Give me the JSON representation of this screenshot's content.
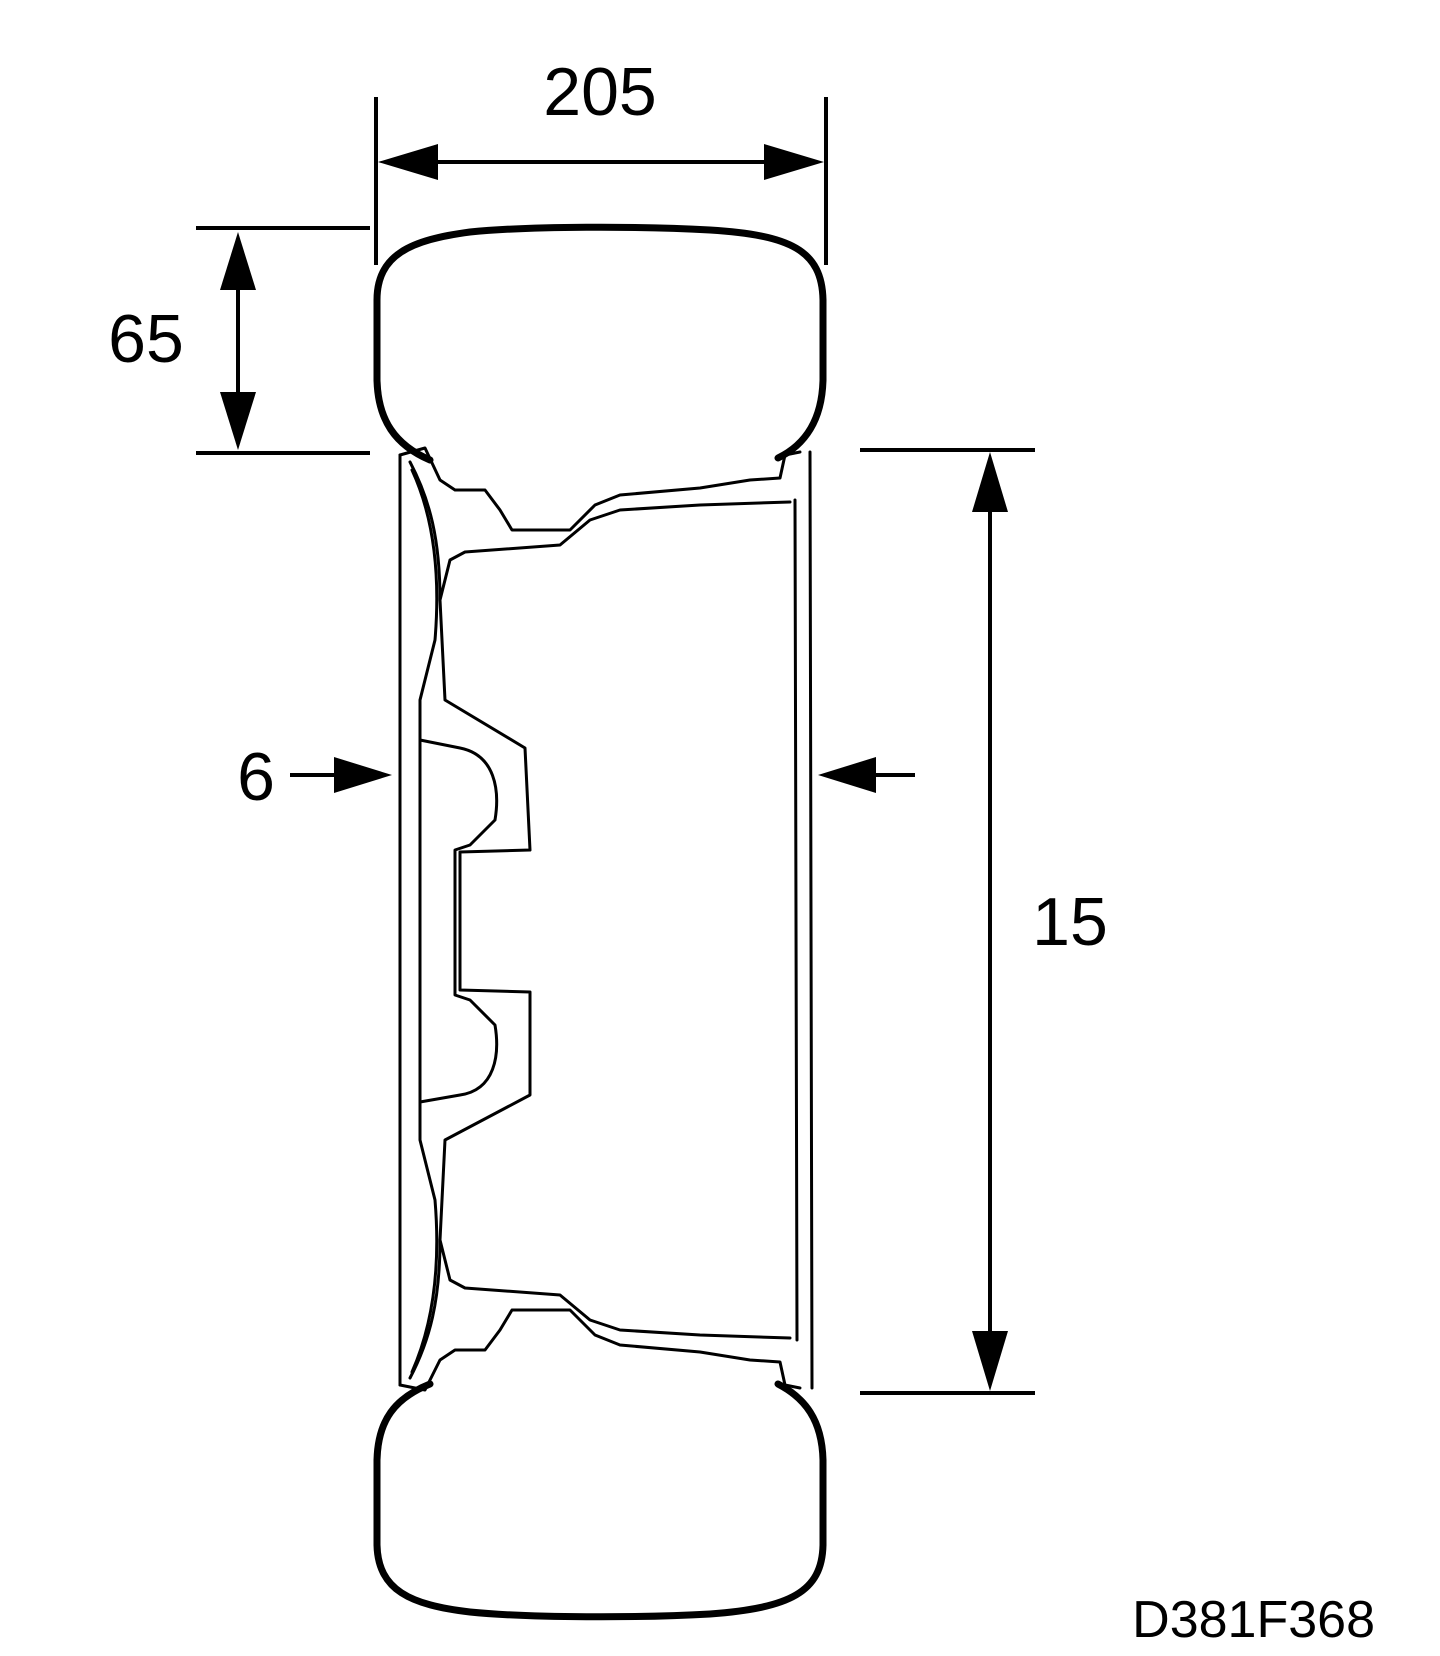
{
  "labels": {
    "tyre_width": "205",
    "aspect_ratio": "65",
    "rim_width": "6",
    "rim_diameter": "15",
    "figure_code": "D381F368"
  }
}
